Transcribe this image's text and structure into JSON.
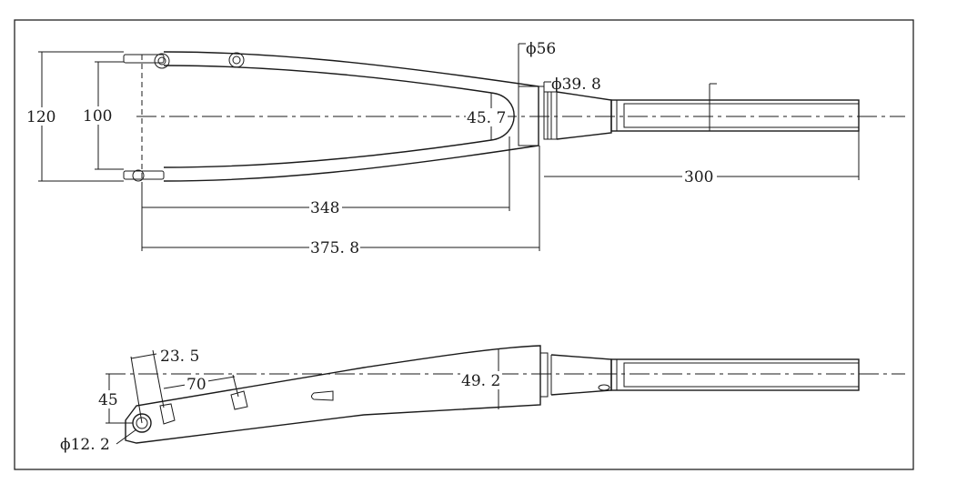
{
  "top_view": {
    "dims": {
      "diam_56": "ϕ56",
      "diam_39_8": "ϕ39. 8",
      "height_120": "120",
      "height_100": "100",
      "crown_45_7": "45. 7",
      "length_348": "348",
      "length_375_8": "375. 8",
      "steerer_300": "300"
    }
  },
  "side_view": {
    "dims": {
      "offset_23_5": "23. 5",
      "offset_70": "70",
      "height_45": "45",
      "crown_49_2": "49. 2",
      "axle_12_2": "ϕ12. 2"
    }
  }
}
